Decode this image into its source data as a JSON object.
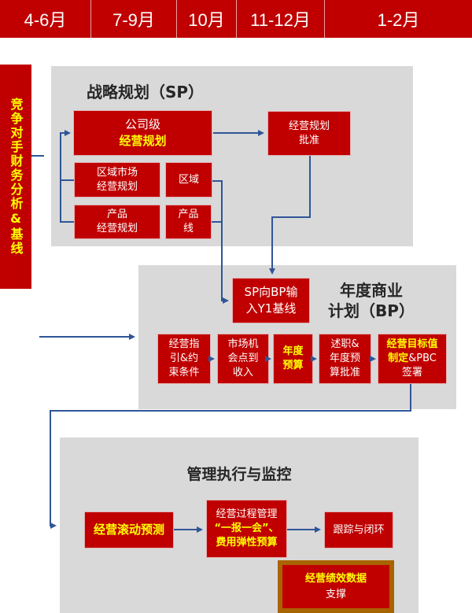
{
  "timeline": [
    "4-6月",
    "7-9月",
    "10月",
    "11-12月",
    "1-2月"
  ],
  "sidebar": {
    "label": "竞争对手财务分析&基线"
  },
  "sp": {
    "title": "战略规划（SP）",
    "company": {
      "line1": "公司级",
      "line2": "经营规划"
    },
    "regional_market": {
      "line1": "区域市场",
      "line2": "经营规划"
    },
    "region": {
      "line1": "区域"
    },
    "product": {
      "line1": "产品",
      "line2": "经营规划"
    },
    "product_line": {
      "line1": "产品",
      "line2": "线"
    },
    "approval": {
      "line1": "经营规划",
      "line2": "批准"
    }
  },
  "bp": {
    "title_line1": "年度商业",
    "title_line2": "计划（BP）",
    "input": {
      "line1": "SP向BP输",
      "line2": "入Y1基线"
    },
    "steps": [
      {
        "line1": "经营指",
        "line2": "引&约",
        "line3": "束条件"
      },
      {
        "line1": "市场机",
        "line2": "会点到",
        "line3": "收入"
      },
      {
        "line1": "年度",
        "line2": "预算"
      },
      {
        "line1": "述职&",
        "line2": "年度预",
        "line3": "算批准"
      },
      {
        "line1a": "经营目标值",
        "line2a": "制定",
        "line2b": "&PBC",
        "line3": "签署"
      }
    ]
  },
  "exec": {
    "title": "管理执行与监控",
    "forecast": "经营滚动预测",
    "process": {
      "line1": "经营过程管理",
      "line2": "“一报一会”、",
      "line3": "费用弹性预算"
    },
    "tracking": "跟踪与闭环",
    "data_support": {
      "line1": "经营绩效数据",
      "line2": "支撑"
    }
  },
  "colors": {
    "red": "#c00000",
    "yellow": "#ffff00",
    "gray": "#d9d9d9",
    "connector": "#2f5597",
    "gold_border": "#a86400"
  }
}
